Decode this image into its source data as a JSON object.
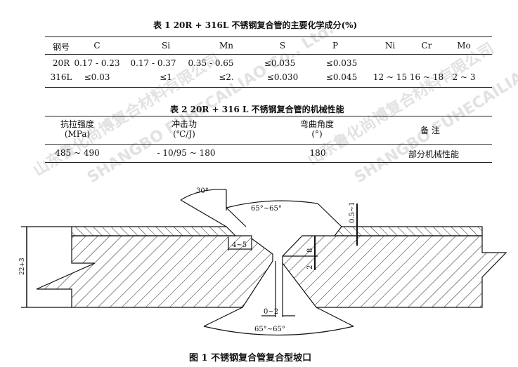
{
  "table1": {
    "caption": "表 1    20R + 316L 不锈钢复合管的主要化学成分(%)",
    "headers": [
      "钢号",
      "C",
      "Si",
      "Mn",
      "S",
      "P",
      "Ni",
      "Cr",
      "Mo"
    ],
    "rows": [
      [
        "20R",
        "0.17 - 0.23",
        "0.17 - 0.37",
        "0.35 - 0.65",
        "≤0.035",
        "≤0.035",
        "",
        "",
        ""
      ],
      [
        "316L",
        "≤0.03",
        "≤1",
        "≤2.",
        "≤0.030",
        "≤0.045",
        "12 ~ 15",
        "16 ~ 18",
        "2 ~ 3"
      ]
    ]
  },
  "table2": {
    "caption": "表 2   20R + 316 L 不锈钢复合管的机械性能",
    "headers": [
      {
        "line1": "抗拉强度",
        "line2": "(MPa)"
      },
      {
        "line1": "冲击功",
        "line2": "(℃/J)"
      },
      {
        "line1": "弯曲角度",
        "line2": "(°)"
      },
      {
        "line1": "备 注",
        "line2": ""
      }
    ],
    "row": [
      "485 ~ 490",
      "- 10/95 ~ 180",
      "180",
      "部分机械性能"
    ]
  },
  "figure1": {
    "caption": "图 1    不锈钢复合管复合型坡口",
    "labels": {
      "angle_top": "30°",
      "angle_upper": "65°~65°",
      "angle_lower": "65°~65°",
      "gap": "0~2",
      "step": "4~5",
      "clad": "0.5~1",
      "depth": "8",
      "root": "2",
      "thickness": "22+3"
    }
  },
  "watermark": {
    "cn": "山东鲁化尚博复合材料有限公司",
    "en": "SHANGBO FUHECAILIAO Co., Ltd."
  }
}
